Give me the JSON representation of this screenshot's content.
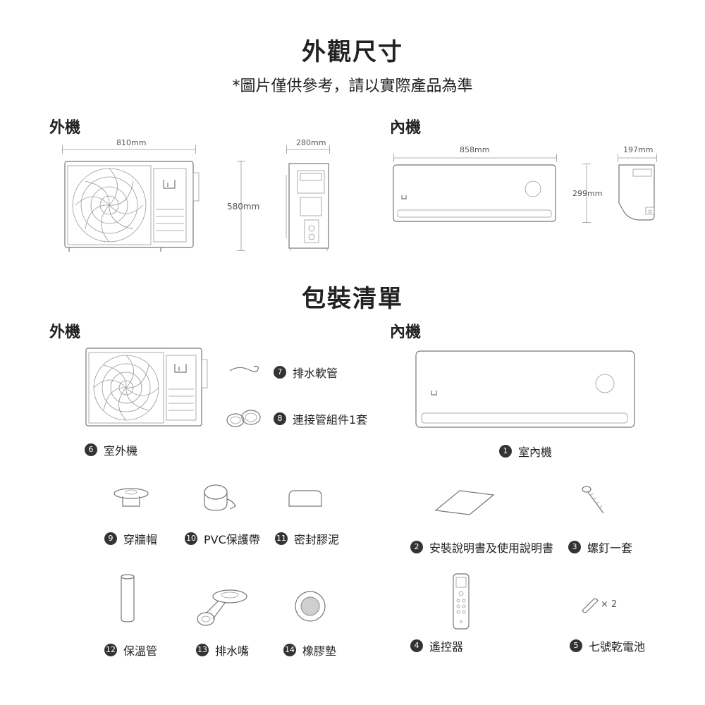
{
  "dimensions_section": {
    "title": "外觀尺寸",
    "note": "*圖片僅供參考，請以實際產品為準",
    "outdoor_label": "外機",
    "indoor_label": "內機",
    "outdoor_width": "810mm",
    "outdoor_depth": "280mm",
    "outdoor_height": "580mm",
    "indoor_width": "858mm",
    "indoor_depth": "197mm",
    "indoor_height": "299mm"
  },
  "packing_section": {
    "title": "包裝清單",
    "outdoor_label": "外機",
    "indoor_label": "內機",
    "items": [
      {
        "num": "1",
        "label": "室內機",
        "icon": "indoor-unit-icon"
      },
      {
        "num": "2",
        "label": "安裝說明書及使用說明書",
        "icon": "manual-icon"
      },
      {
        "num": "3",
        "label": "螺釘一套",
        "icon": "screw-icon"
      },
      {
        "num": "4",
        "label": "遙控器",
        "icon": "remote-icon"
      },
      {
        "num": "5",
        "label": "七號乾電池",
        "icon": "battery-icon"
      },
      {
        "num": "6",
        "label": "室外機",
        "icon": "outdoor-unit-icon"
      },
      {
        "num": "7",
        "label": "排水軟管",
        "icon": "drain-hose-icon"
      },
      {
        "num": "8",
        "label": "連接管組件1套",
        "icon": "pipe-kit-icon"
      },
      {
        "num": "9",
        "label": "穿牆帽",
        "icon": "wall-cap-icon"
      },
      {
        "num": "10",
        "label": "PVC保護帶",
        "icon": "pvc-tape-icon"
      },
      {
        "num": "11",
        "label": "密封膠泥",
        "icon": "sealant-icon"
      },
      {
        "num": "12",
        "label": "保溫管",
        "icon": "insulation-tube-icon"
      },
      {
        "num": "13",
        "label": "排水嘴",
        "icon": "drain-nozzle-icon"
      },
      {
        "num": "14",
        "label": "橡膠墊",
        "icon": "rubber-pad-icon"
      }
    ],
    "battery_qty": "× 2"
  }
}
